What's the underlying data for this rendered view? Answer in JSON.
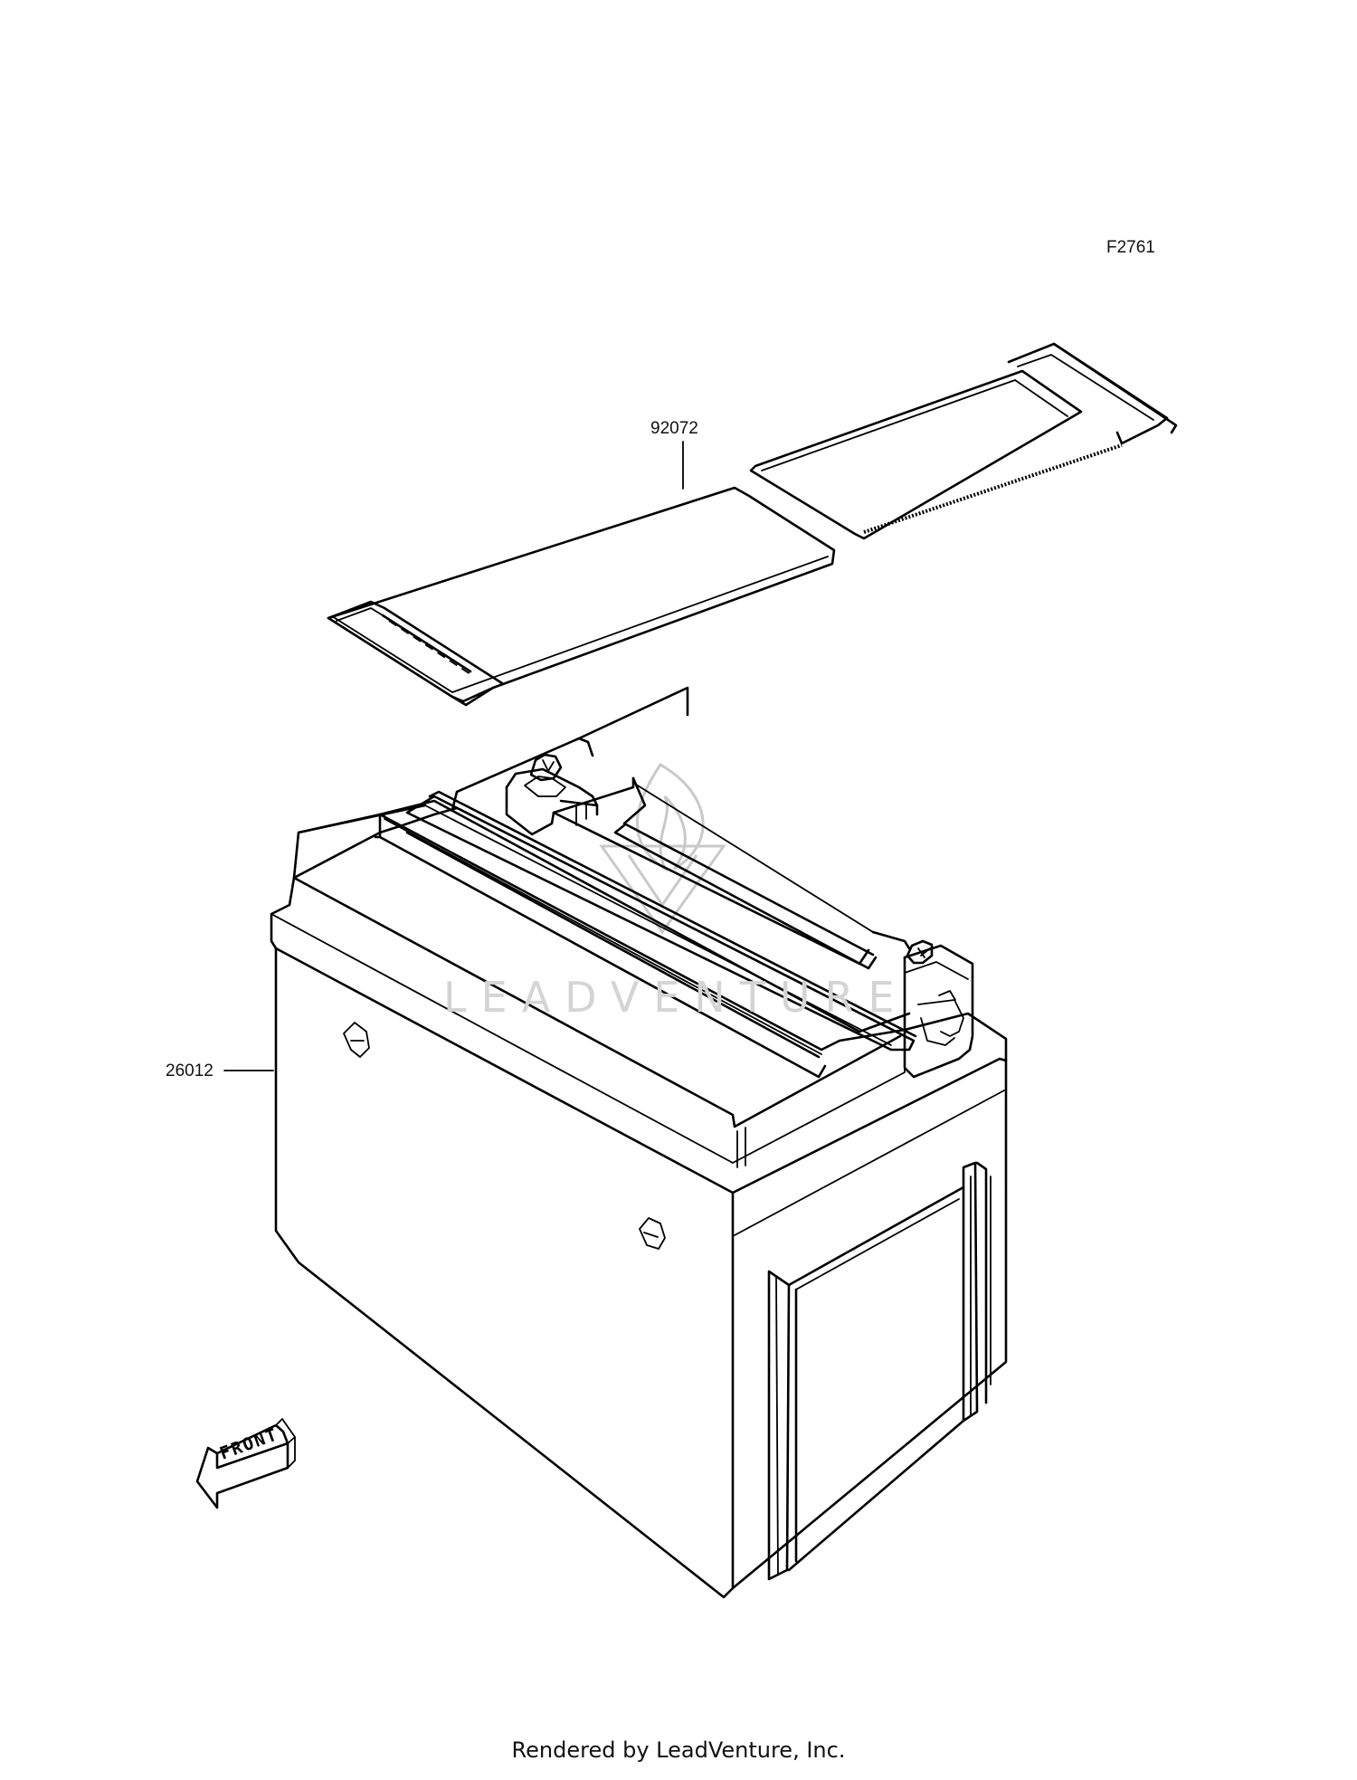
{
  "diagram": {
    "id_label": "F2761",
    "parts": [
      {
        "number": "92072"
      },
      {
        "number": "26012"
      }
    ],
    "front_label": "FRONT",
    "watermark": "LEADVENTURE",
    "footer": "Rendered by LeadVenture, Inc."
  }
}
